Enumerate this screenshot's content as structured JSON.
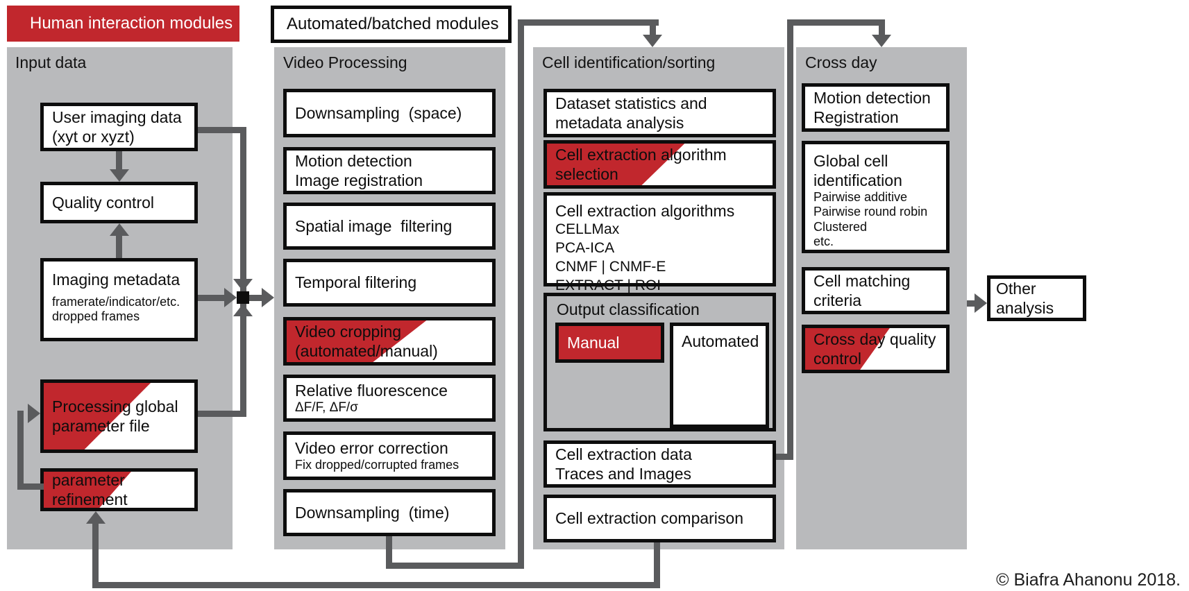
{
  "legend": {
    "human_modules": "Human interaction modules",
    "automated_modules": "Automated/batched modules"
  },
  "colors": {
    "accent_red": "#c1272d",
    "column_gray": "#b9babc",
    "connector_gray": "#5a5b5d",
    "border_black": "#0d0d0d"
  },
  "input_data": {
    "title": "Input data",
    "user_imaging": {
      "line1": "User imaging data",
      "line2": "(xyt or xyzt)"
    },
    "quality_control": "Quality control",
    "imaging_metadata": {
      "title": "Imaging metadata",
      "sub1": "framerate/indicator/etc.",
      "sub2": "dropped frames"
    },
    "processing_global": {
      "line1": "Processing global",
      "line2": "parameter file"
    },
    "parameter_refinement": {
      "line1": "parameter",
      "line2": "refinement"
    }
  },
  "video_processing": {
    "title": "Video Processing",
    "downsampling_space": "Downsampling  (space)",
    "motion_detection": {
      "line1": "Motion detection",
      "line2": "Image registration"
    },
    "spatial_filtering": "Spatial image  filtering",
    "temporal_filtering": "Temporal filtering",
    "video_cropping": {
      "line1": "Video cropping",
      "line2": "(automated/manual)"
    },
    "relative_fluorescence": {
      "title": "Relative fluorescence",
      "sub": "ΔF/F, ΔF/σ"
    },
    "video_error": {
      "title": "Video error correction",
      "sub": "Fix dropped/corrupted frames"
    },
    "downsampling_time": "Downsampling  (time)"
  },
  "cell_identification": {
    "title": "Cell identification/sorting",
    "dataset_stats": {
      "line1": "Dataset statistics and",
      "line2": "metadata analysis"
    },
    "algo_selection": {
      "line1": "Cell extraction algorithm",
      "line2": "selection"
    },
    "algorithms": {
      "title": "Cell extraction algorithms",
      "items": [
        "CELLMax",
        "PCA-ICA",
        "CNMF | CNMF-E",
        "EXTRACT | ROI"
      ]
    },
    "output_classification": {
      "title": "Output classification",
      "manual": "Manual",
      "automated": "Automated"
    },
    "extraction_data": {
      "line1": "Cell extraction data",
      "line2": "Traces and Images"
    },
    "extraction_comparison": "Cell extraction comparison"
  },
  "cross_day": {
    "title": "Cross day",
    "motion_detection": {
      "line1": "Motion detection",
      "line2": "Registration"
    },
    "global_cell": {
      "line1": "Global cell",
      "line2": "identification",
      "items": [
        "Pairwise additive",
        "Pairwise round robin",
        "Clustered",
        "etc."
      ]
    },
    "cell_matching": "Cell matching criteria",
    "cross_day_qc": {
      "line1": "Cross day quality",
      "line2": "control"
    }
  },
  "other_analysis": "Other analysis",
  "footer": {
    "copyright": "© Biafra Ahanonu 2018."
  }
}
